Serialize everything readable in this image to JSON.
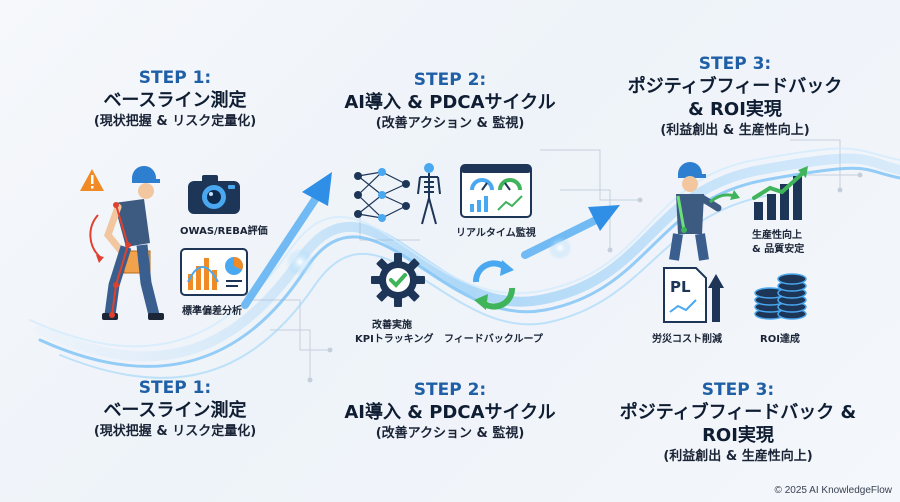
{
  "top": {
    "step1": {
      "label": "STEP 1:",
      "title": "ベースライン測定",
      "subtitle": "(現状把握 & リスク定量化)"
    },
    "step2": {
      "label": "STEP 2:",
      "title": "AI導入 & PDCAサイクル",
      "subtitle": "(改善アクション & 監視)"
    },
    "step3": {
      "label": "STEP 3:",
      "title_line1": "ポジティブフィードバック",
      "title_line2": "& ROI実現",
      "subtitle": "(利益創出 & 生産性向上)"
    }
  },
  "bottom": {
    "step1": {
      "label": "STEP 1:",
      "title": "ベースライン測定",
      "subtitle": "(現状把握 & リスク定量化)"
    },
    "step2": {
      "label": "STEP 2:",
      "title": "AI導入 & PDCAサイクル",
      "subtitle": "(改善アクション & 監視)"
    },
    "step3": {
      "label": "STEP 3:",
      "title_line1": "ポジティブフィードバック &",
      "title_line2": "ROI実現",
      "subtitle": "(利益創出 & 生産性向上)"
    }
  },
  "captions": {
    "owas": "OWAS/REBA評価",
    "stddev": "標準偏差分析",
    "realtime": "リアルタイム監視",
    "kpi_line1": "改善実施",
    "kpi_line2": "KPIトラッキング",
    "feedback": "フィードバックループ",
    "productivity_line1": "生産性向上",
    "productivity_line2": "& 品質安定",
    "cost": "労災コスト削減",
    "roi": "ROI達成",
    "pl_text": "PL"
  },
  "copyright": "© 2025 AI KnowledgeFlow",
  "colors": {
    "accent_blue": "#1f5fa6",
    "navy": "#1d3557",
    "flow_blue": "#4aa8f0",
    "green": "#3fb45a",
    "warning_orange": "#f08a24",
    "risk_red": "#e0412e"
  }
}
